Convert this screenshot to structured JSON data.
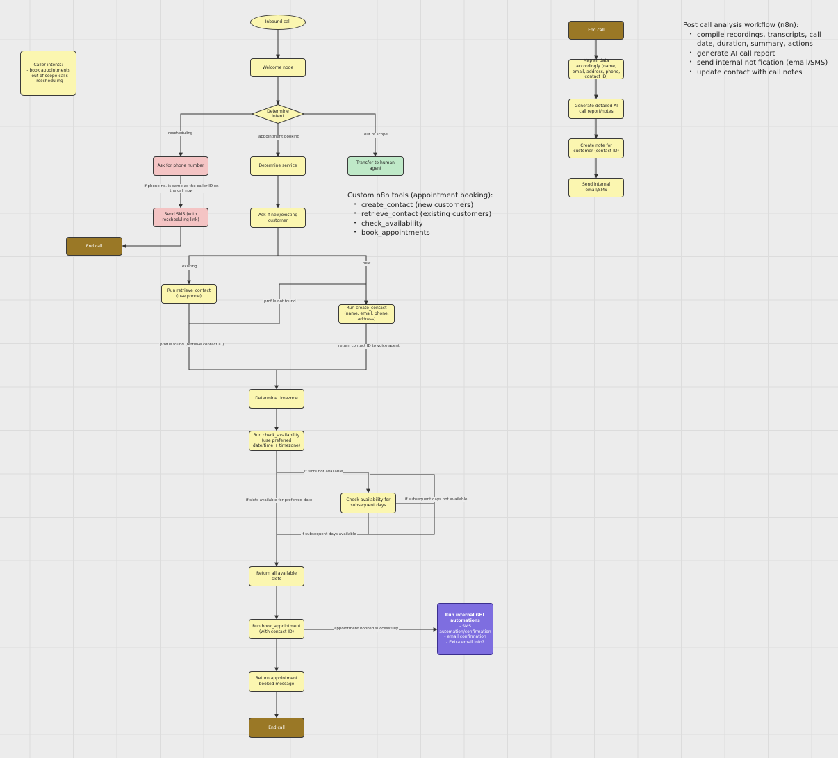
{
  "nodes": {
    "inbound_call": "Inbound call",
    "welcome_node": "Welcome node",
    "determine_intent": "Determine intent",
    "ask_phone": "Ask for phone number",
    "send_sms": "Send SMS (with rescheduling link)",
    "end_call_left": "End call",
    "determine_service": "Determine service",
    "ask_new_existing": "Ask if new/existing customer",
    "transfer_human": "Transfer to human agent",
    "run_retrieve": "Run retrieve_contact (use phone)",
    "run_create": "Run create_contact (name, email, phone, address)",
    "determine_timezone": "Determine timezone",
    "run_check": "Run check_availability (use preferred date/time + timezone)",
    "check_subsequent": "Check availability for subsequent days",
    "return_slots": "Return all available slots",
    "run_book": "Run book_appointment (with contact ID)",
    "return_booked": "Return appointment booked message",
    "end_call_bottom": "End call",
    "end_call_top": "End call",
    "map_data": "Map all data accordingly (name, email, address, phone, contact ID)",
    "generate_report": "Generate detailed AI call report/notes",
    "create_note": "Create note for customer (contact ID)",
    "send_internal": "Send internal email/SMS"
  },
  "caller_intents": "Caller intents:\n- book appointments\n- out of scope calls\n- rescheduling",
  "ghl": {
    "title": "Run internal GHL automations",
    "body": "- SMS automation/confirmation\n- email confirmation\n- Extra email info?"
  },
  "edge_labels": {
    "rescheduling": "rescheduling",
    "appointment_booking": "appointment booking",
    "out_of_scope": "out of scope",
    "phone_same": "if phone no. is same as the caller ID on the call now",
    "existing": "existing",
    "new": "new",
    "profile_not_found": "profile not found",
    "profile_found": "profile found (retrieve contact ID)",
    "return_contact_id": "return contact ID to voice agent",
    "slots_not_available": "if slots not available",
    "slots_available": "if slots available for preferred date",
    "subsequent_not_available": "if subsequent days not available",
    "subsequent_available": "if subsequent days available",
    "booked_successfully": "appointment booked successfully"
  },
  "custom_tools": {
    "title": "Custom n8n tools (appointment booking):",
    "items": [
      "create_contact (new customers)",
      "retrieve_contact (existing customers)",
      "check_availability",
      "book_appointments"
    ]
  },
  "post_call": {
    "title": "Post call analysis workflow (n8n):",
    "items": [
      "compile recordings, transcripts, call date, duration, summary, actions",
      "generate AI call report",
      "send internal notification (email/SMS)",
      "update contact with call notes"
    ]
  },
  "colors": {
    "process": "#fbf6b0",
    "pink": "#f4c4c4",
    "green": "#bfe9c8",
    "terminal": "#9a7826",
    "automation": "#7e6ee0"
  }
}
